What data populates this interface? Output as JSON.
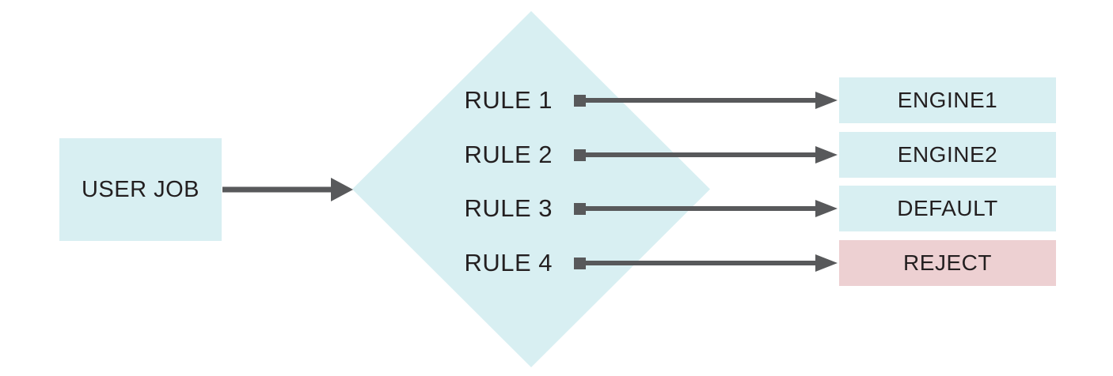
{
  "source_node": {
    "label": "USER JOB"
  },
  "decision": {
    "shape": "diamond"
  },
  "routes": [
    {
      "rule": "RULE 1",
      "target": "ENGINE1",
      "variant": "normal"
    },
    {
      "rule": "RULE 2",
      "target": "ENGINE2",
      "variant": "normal"
    },
    {
      "rule": "RULE 3",
      "target": "DEFAULT",
      "variant": "normal"
    },
    {
      "rule": "RULE 4",
      "target": "REJECT",
      "variant": "reject"
    }
  ],
  "colors": {
    "node_fill": "#d8eff2",
    "reject_fill": "#edd0d2",
    "arrow": "#58595b",
    "text": "#231f20",
    "background": "#ffffff"
  }
}
